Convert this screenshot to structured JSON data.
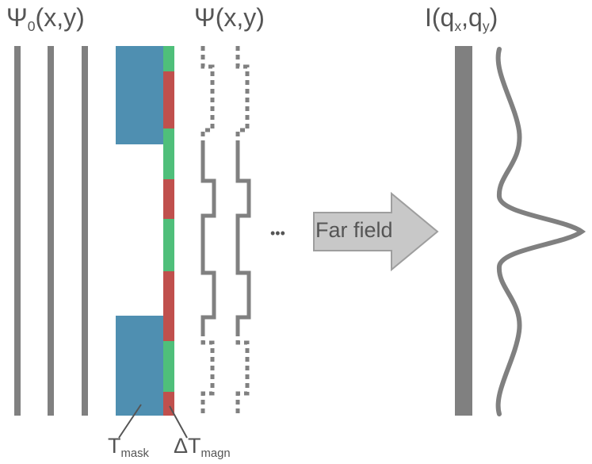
{
  "labels": {
    "incident_wave": "Ψ",
    "incident_wave_sub": "0",
    "incident_wave_args": "(x,y)",
    "exit_wave": "Ψ(x,y)",
    "intensity_prefix": "I(q",
    "intensity_sub_x": "x",
    "intensity_mid": ",q",
    "intensity_sub_y": "y",
    "intensity_suffix": ")",
    "mask_T": "T",
    "mask_sub": "mask",
    "magn_T": "ΔT",
    "magn_sub": "magn",
    "ellipsis": "•••",
    "arrow_label": "Far field"
  },
  "colors": {
    "wave": "#808080",
    "mask_block": "#4f8fb1",
    "magn_green": "#4fbf7a",
    "magn_red": "#c0504d",
    "arrow_fill": "#c8c8c8",
    "arrow_stroke": "#9e9e9e",
    "text": "#555555"
  }
}
